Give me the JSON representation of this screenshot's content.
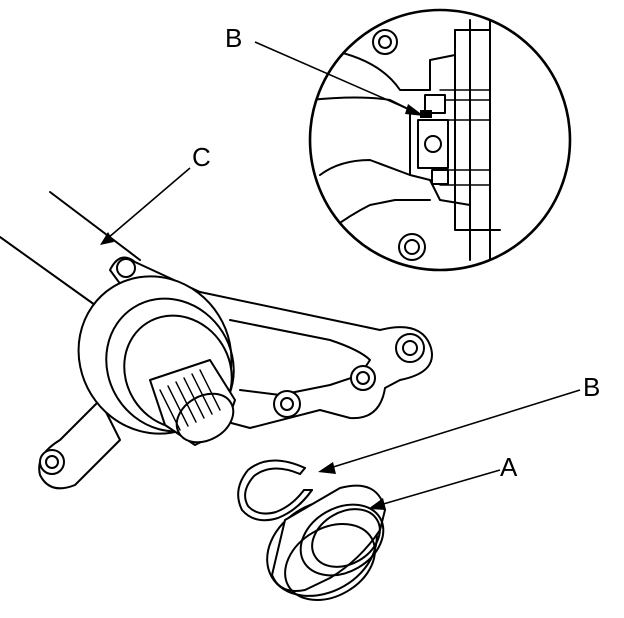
{
  "callouts": {
    "a": "A",
    "b": "B",
    "b_detail": "B",
    "c": "C"
  },
  "colors": {
    "ink": "#000000",
    "background": "#ffffff"
  }
}
